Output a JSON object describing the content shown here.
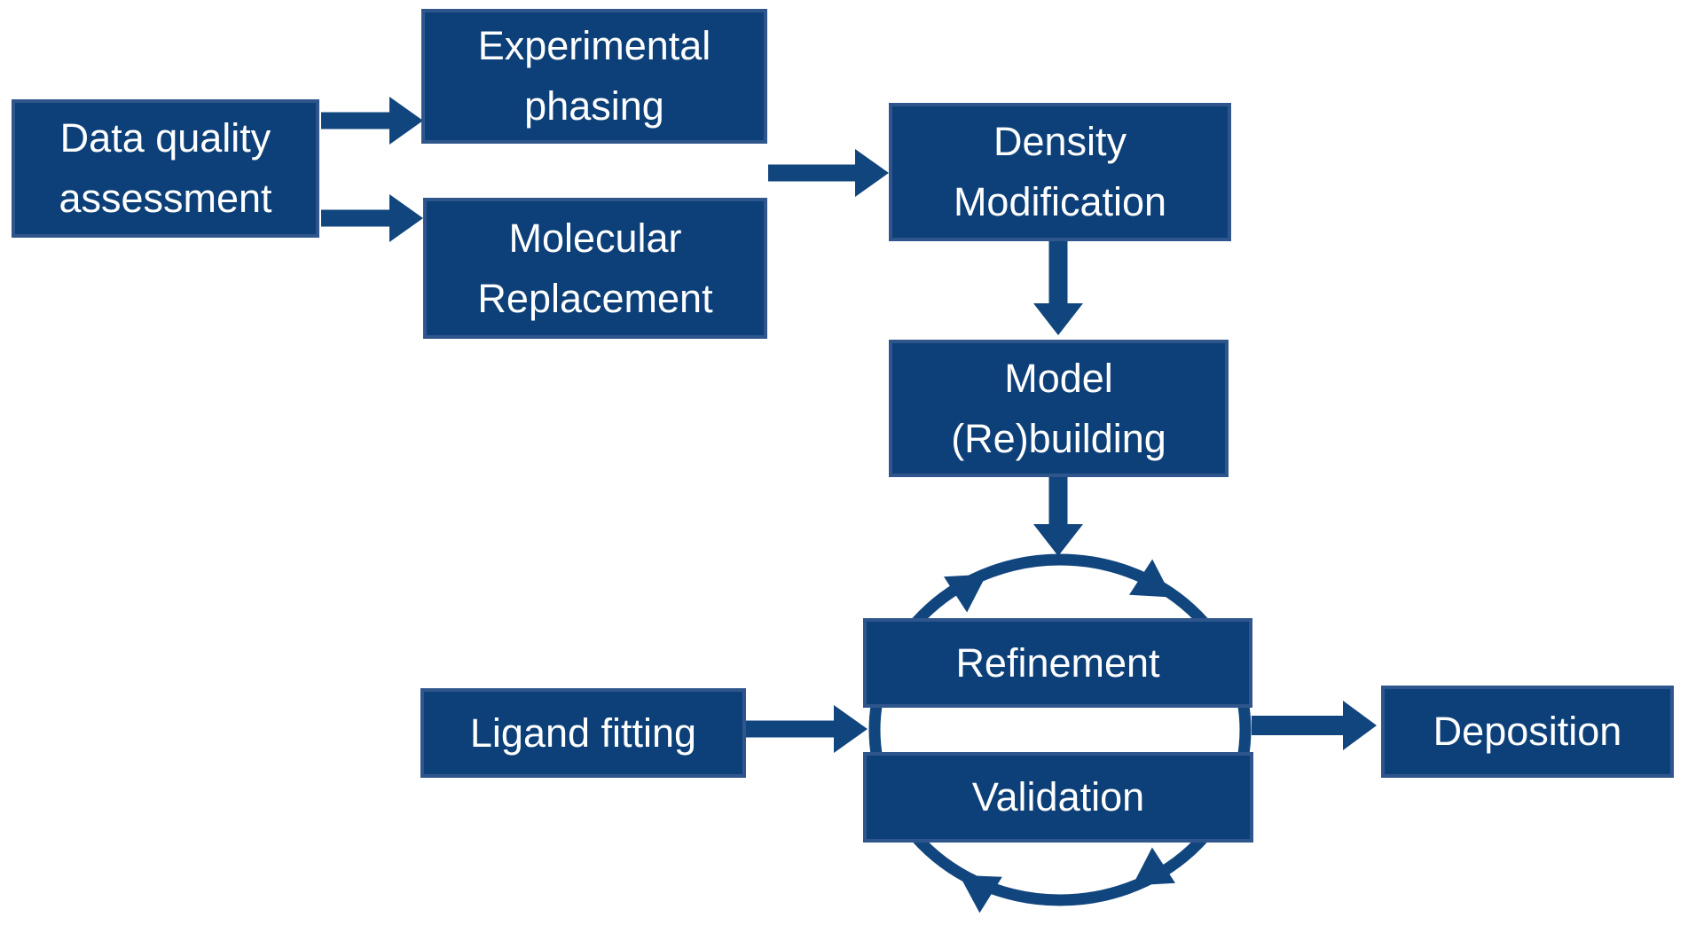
{
  "colors": {
    "background": "#ffffff",
    "box_fill": "#0d4078",
    "box_border": "#2f568c",
    "box_text": "#ffffff",
    "arrow": "#11457d"
  },
  "nodes": {
    "data_quality": {
      "line1": "Data quality",
      "line2": "assessment"
    },
    "experimental_phasing": {
      "line1": "Experimental",
      "line2": "phasing"
    },
    "molecular_replacement": {
      "line1": "Molecular",
      "line2": "Replacement"
    },
    "density_modification": {
      "line1": "Density",
      "line2": "Modification"
    },
    "model_rebuilding": {
      "line1": "Model",
      "line2": "(Re)building"
    },
    "refinement": {
      "line1": "Refinement"
    },
    "validation": {
      "line1": "Validation"
    },
    "ligand_fitting": {
      "line1": "Ligand fitting"
    },
    "deposition": {
      "line1": "Deposition"
    }
  }
}
